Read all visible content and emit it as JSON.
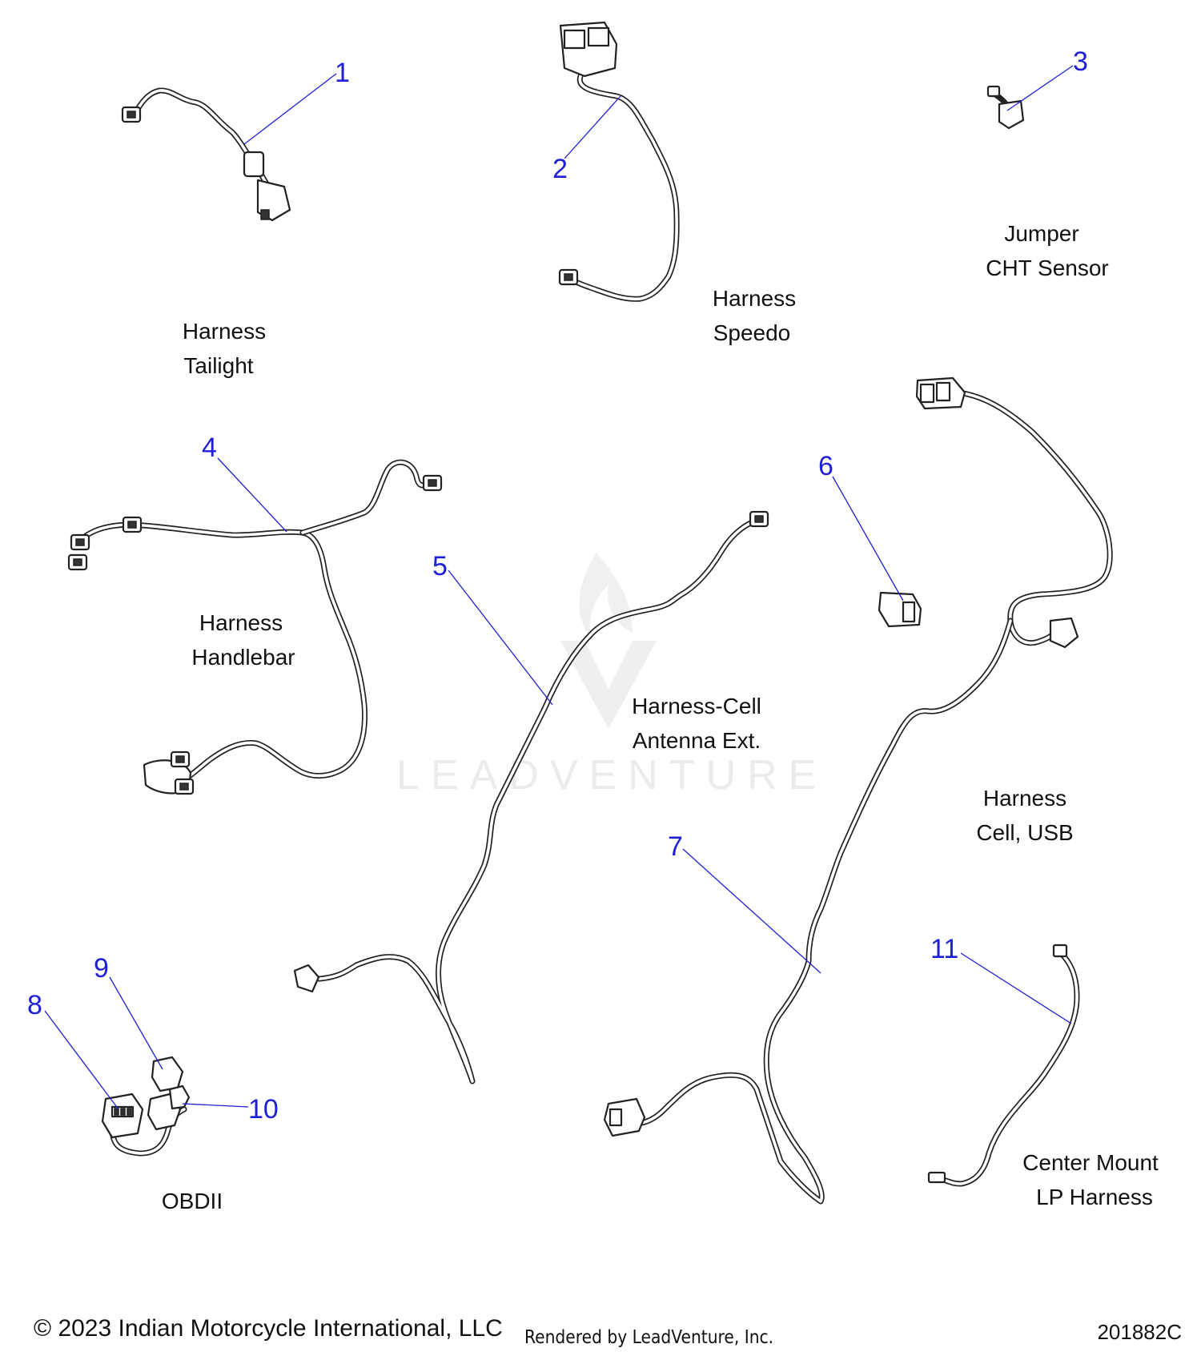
{
  "callouts": [
    "1",
    "2",
    "3",
    "4",
    "5",
    "6",
    "7",
    "8",
    "9",
    "10",
    "11"
  ],
  "labels": {
    "tailight": {
      "line1": "Harness",
      "line2": "Tailight"
    },
    "speedo": {
      "line1": "Harness",
      "line2": "Speedo"
    },
    "cht": {
      "line1": "Jumper",
      "line2": "CHT Sensor"
    },
    "handlebar": {
      "line1": "Harness",
      "line2": "Handlebar"
    },
    "antenna": {
      "line1": "Harness-Cell",
      "line2": "Antenna Ext."
    },
    "cellusb": {
      "line1": "Harness",
      "line2": "Cell, USB"
    },
    "lp": {
      "line1": "Center Mount",
      "line2": "LP Harness"
    },
    "obdii": {
      "line1": "OBDII"
    }
  },
  "watermark": {
    "text": "LEADVENTURE"
  },
  "footer": {
    "copyright": "© 2023 Indian Motorcycle International, LLC",
    "rendered_by": "Rendered by LeadVenture, Inc.",
    "diagram_id": "201882C"
  },
  "colors": {
    "callout": "#1f1fd6",
    "line_art": "#222222",
    "watermark": "#dcdcdc"
  }
}
